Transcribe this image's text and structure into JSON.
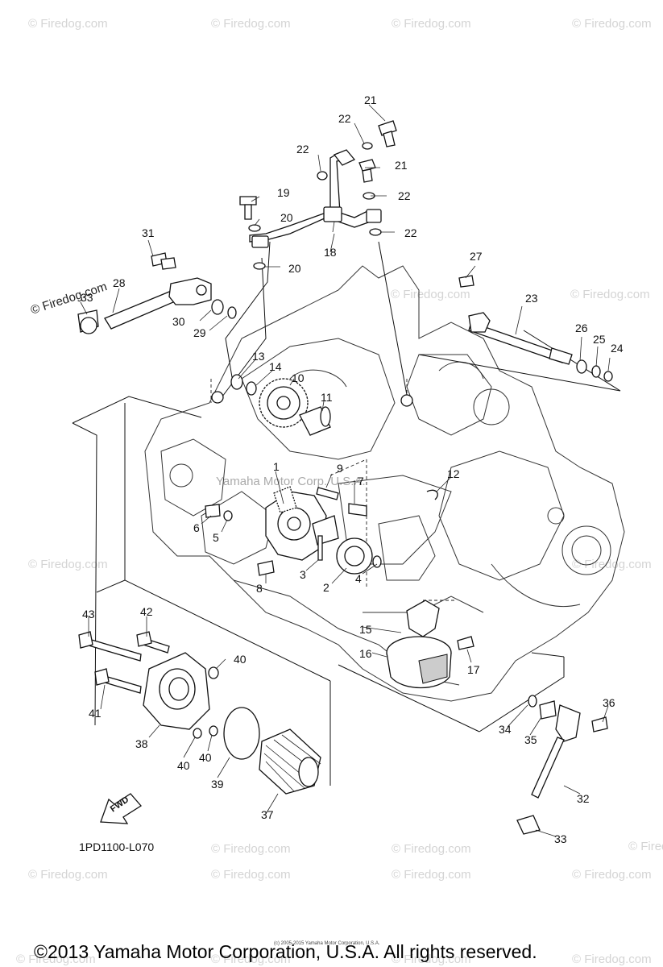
{
  "watermark": "© Firedog.com",
  "diagram_code": "1PD1100-L070",
  "fwd_label": "FWD",
  "small_copyright": "(c) 2005-2015 Yamaha Motor Corporation, U.S.A.",
  "copyright": "©2013 Yamaha Motor Corporation, U.S.A. All rights reserved.",
  "case_watermark": "Yamaha Motor Corp. U.S.A.",
  "callouts": [
    "1",
    "2",
    "3",
    "4",
    "5",
    "6",
    "7",
    "8",
    "9",
    "10",
    "11",
    "12",
    "13",
    "14",
    "15",
    "16",
    "17",
    "18",
    "19",
    "20",
    "20",
    "21",
    "21",
    "22",
    "22",
    "22",
    "22",
    "23",
    "24",
    "25",
    "26",
    "27",
    "28",
    "29",
    "30",
    "31",
    "32",
    "33",
    "33",
    "34",
    "35",
    "36",
    "37",
    "38",
    "39",
    "40",
    "40",
    "40",
    "41",
    "42",
    "43"
  ]
}
